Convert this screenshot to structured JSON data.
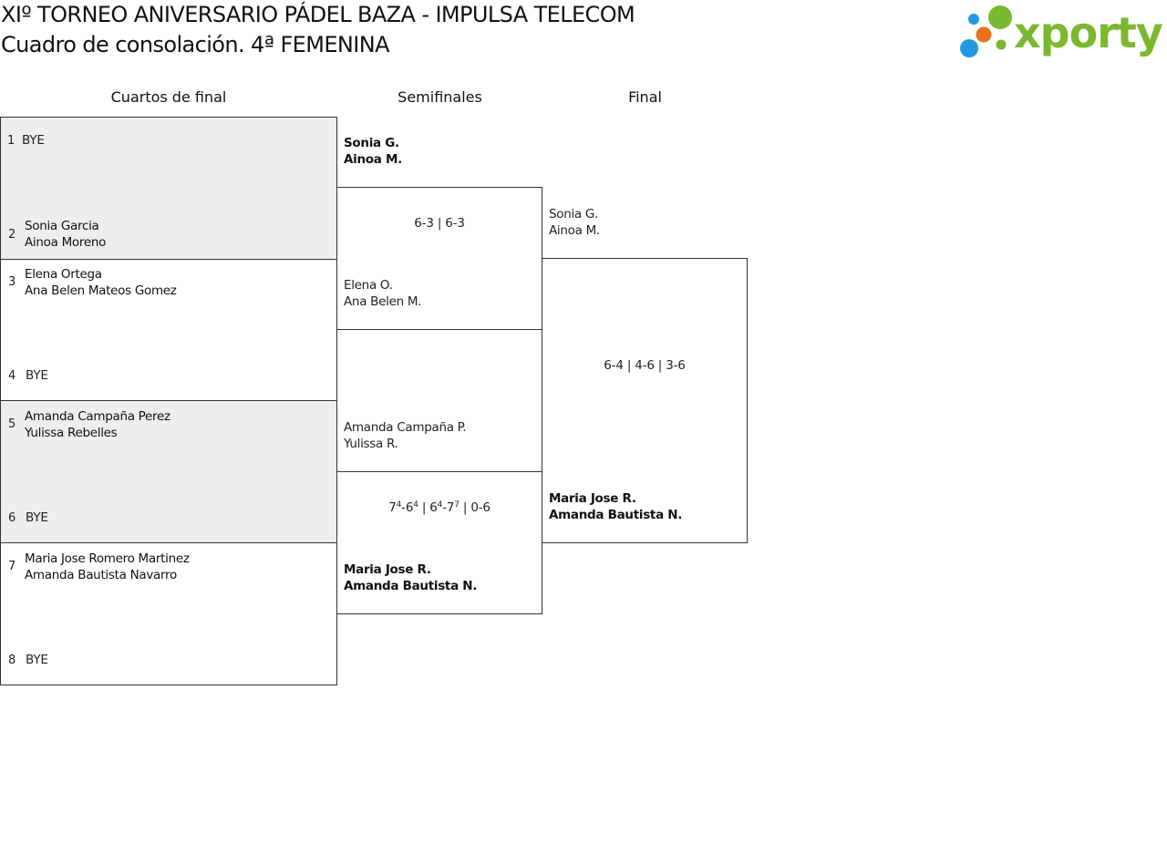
{
  "header": {
    "title": "XIº TORNEO ANIVERSARIO PÁDEL BAZA - IMPULSA TELECOM",
    "subtitle": "Cuadro de consolación. 4ª FEMENINA",
    "logo_text": "xporty",
    "logo_colors": {
      "green": "#7cb82f",
      "blue": "#1e9be0",
      "orange": "#e8731a"
    }
  },
  "rounds": {
    "quarterfinals": "Cuartos de final",
    "semifinals": "Semifinales",
    "final": "Final"
  },
  "quarterfinals": [
    {
      "seed_a": "1",
      "team_a": "BYE",
      "seed_b": "2",
      "team_b_1": "Sonia Garcia",
      "team_b_2": "Ainoa Moreno"
    },
    {
      "seed_a": "3",
      "team_a_1": "Elena Ortega",
      "team_a_2": "Ana Belen Mateos Gomez",
      "seed_b": "4",
      "team_b": "BYE"
    },
    {
      "seed_a": "5",
      "team_a_1": "Amanda Campaña Perez",
      "team_a_2": "Yulissa Rebelles",
      "seed_b": "6",
      "team_b": "BYE"
    },
    {
      "seed_a": "7",
      "team_a_1": "Maria Jose Romero Martinez",
      "team_a_2": "Amanda Bautista Navarro",
      "seed_b": "8",
      "team_b": "BYE"
    }
  ],
  "semifinals": [
    {
      "top_1": "Sonia G.",
      "top_2": "Ainoa M.",
      "bottom_1": "Elena O.",
      "bottom_2": "Ana Belen M.",
      "score": "6-3 | 6-3"
    },
    {
      "top_1": "Amanda Campaña P.",
      "top_2": "Yulissa R.",
      "bottom_1": "Maria Jose R.",
      "bottom_2": "Amanda Bautista N.",
      "score_sets": [
        {
          "a": "7",
          "a_tb": "4",
          "b": "6",
          "b_tb": "4"
        },
        {
          "a": "6",
          "a_tb": "4",
          "b": "7",
          "b_tb": "7"
        },
        {
          "a": "0",
          "b": "6"
        }
      ]
    }
  ],
  "final": {
    "top_1": "Sonia G.",
    "top_2": "Ainoa M.",
    "bottom_1": "Maria Jose R.",
    "bottom_2": "Amanda Bautista N.",
    "score": "6-4 | 4-6 | 3-6"
  }
}
